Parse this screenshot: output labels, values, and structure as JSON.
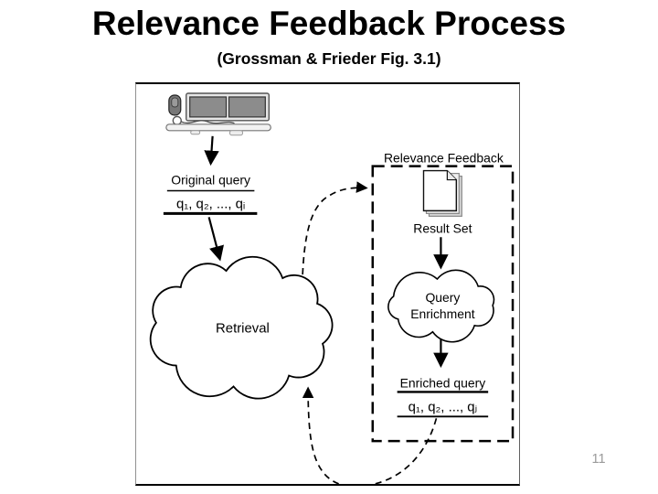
{
  "colors": {
    "text": "#000000",
    "page_number": "#9a9a9a",
    "line": "#000000"
  },
  "slide": {
    "title": "Relevance Feedback Process",
    "subtitle": "(Grossman & Frieder Fig. 3.1)",
    "page_number": "11"
  },
  "diagram": {
    "user_workstation": {
      "icon": "computer-workstation-icon"
    },
    "original_query": {
      "label": "Original query",
      "terms": "q₁, q₂, ..., qᵢ"
    },
    "retrieval": {
      "label": "Retrieval"
    },
    "relevance_feedback": {
      "label": "Relevance Feedback"
    },
    "result_set": {
      "label": "Result Set",
      "icon": "document-stack-icon"
    },
    "query_enrichment": {
      "label_line1": "Query",
      "label_line2": "Enrichment"
    },
    "enriched_query": {
      "label": "Enriched query",
      "terms": "q₁, q₂, ..., qⱼ"
    }
  }
}
